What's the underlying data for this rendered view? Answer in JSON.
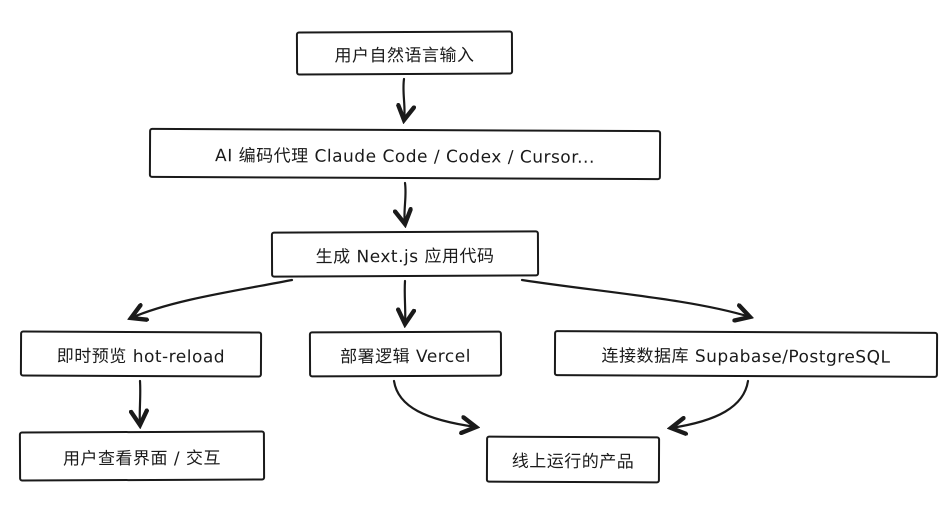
{
  "diagram": {
    "title": "AI coding agent flowchart",
    "colors": {
      "stroke": "#1a1a1a",
      "background": "#ffffff"
    },
    "nodes": {
      "input": {
        "label": "用户自然语言输入"
      },
      "agent": {
        "label": "AI 编码代理 Claude Code / Codex / Cursor..."
      },
      "generate": {
        "label": "生成 Next.js 应用代码"
      },
      "preview": {
        "label": "即时预览  hot-reload"
      },
      "deploy": {
        "label": "部署逻辑 Vercel"
      },
      "database": {
        "label": "连接数据库  Supabase/PostgreSQL"
      },
      "user_view": {
        "label": "用户查看界面 / 交互"
      },
      "product": {
        "label": "线上运行的产品"
      }
    },
    "edges": [
      "input->agent",
      "agent->generate",
      "generate->preview",
      "generate->deploy",
      "generate->database",
      "preview->user_view",
      "deploy->product",
      "database->product"
    ]
  }
}
